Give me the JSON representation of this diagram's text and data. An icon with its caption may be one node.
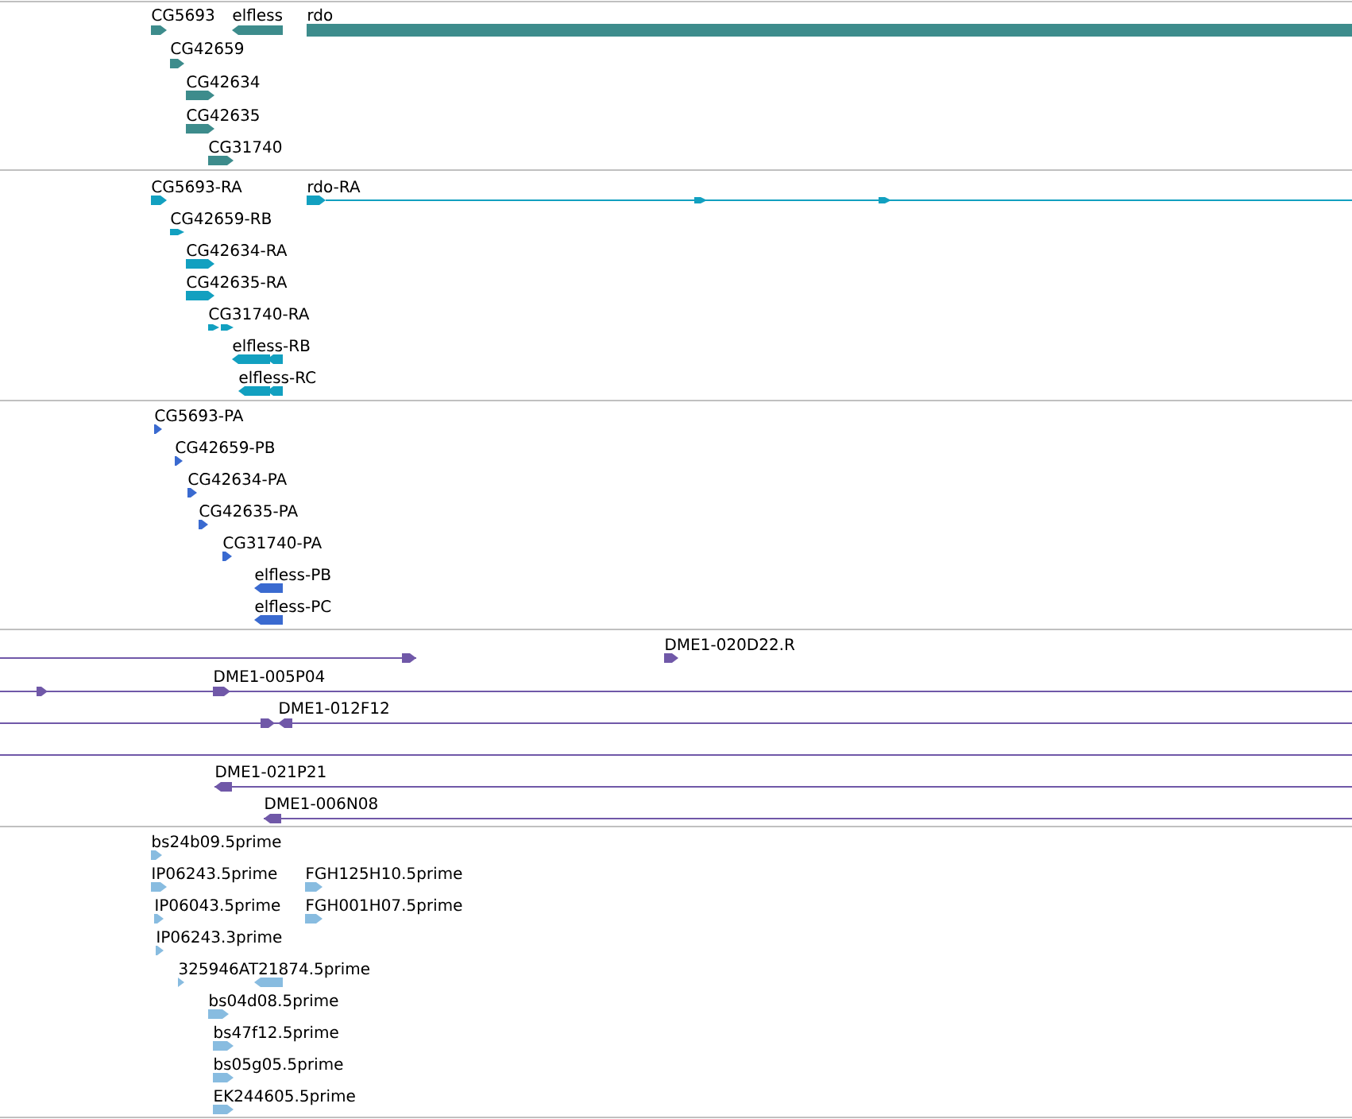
{
  "diagram": {
    "labels": [
      "CG5693",
      "elfless",
      "rdo",
      "CG42659",
      "CG42634",
      "CG42635",
      "CG31740",
      "CG5693-RA",
      "rdo-RA",
      "CG42659-RB",
      "CG42634-RA",
      "CG42635-RA",
      "CG31740-RA",
      "elfless-RB",
      "elfless-RC",
      "CG5693-PA",
      "CG42659-PB",
      "CG42634-PA",
      "CG42635-PA",
      "CG31740-PA",
      "elfless-PB",
      "elfless-PC",
      "DME1-020D22.R",
      "DME1-005P04",
      "DME1-012F12",
      "DME1-021P21",
      "DME1-006N08",
      "bs24b09.5prime",
      "IP06243.5prime",
      "FGH125H10.5prime",
      "IP06043.5prime",
      "FGH001H07.5prime",
      "IP06243.3prime",
      "325946AT21874.5prime",
      "bs04d08.5prime",
      "bs47f12.5prime",
      "bs05g05.5prime",
      "EK244605.5prime"
    ]
  }
}
